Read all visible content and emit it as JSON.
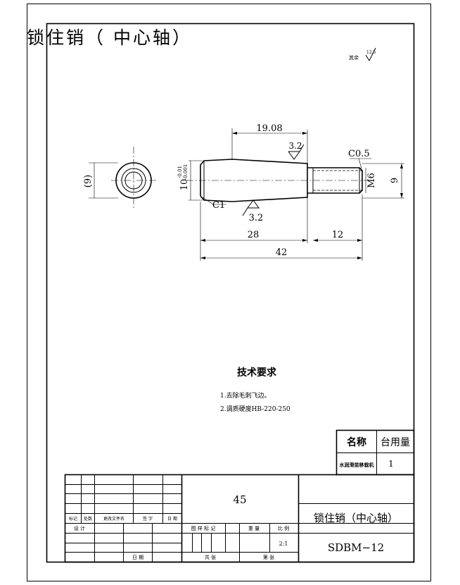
{
  "title": "锁住销（ 中心轴）",
  "roughness_note": {
    "label": "其余",
    "value": "12.5"
  },
  "dimensions": {
    "taper_length": "19.08",
    "roughness_taper": "3.2",
    "roughness_body": "3.2",
    "chamfer_end": "C0.5",
    "chamfer_start": "C1",
    "diameter_main": "10",
    "diameter_tol_upper": "-0.01",
    "diameter_tol_lower": "-0.001",
    "thread": "M6",
    "thread_outer": "9",
    "side_view_dia": "(9)",
    "length_body": "28",
    "length_thread": "12",
    "length_total": "42"
  },
  "tech_requirements": {
    "heading": "技术要求",
    "items": [
      "1.去除毛刺飞边。",
      "2.调质硬度HB-220-250"
    ]
  },
  "parts_table": {
    "header_name": "名称",
    "header_qty": "台用量",
    "name": "水润滑苗移栽机",
    "qty": "1"
  },
  "title_block": {
    "material": "45",
    "part_name": "锁住销（中心轴）",
    "drawing_no": "SDBM−12",
    "scale": "2:1",
    "labels": {
      "mark": "标记",
      "count": "处数",
      "change_doc": "更改文件名",
      "sign": "签 字",
      "date": "日 期",
      "design": "设 计",
      "stage_mark": "图 样 标 记",
      "weight": "重 量",
      "ratio": "比 例",
      "total": "共 张",
      "sheet": "第 张",
      "date2": "日 期"
    }
  }
}
